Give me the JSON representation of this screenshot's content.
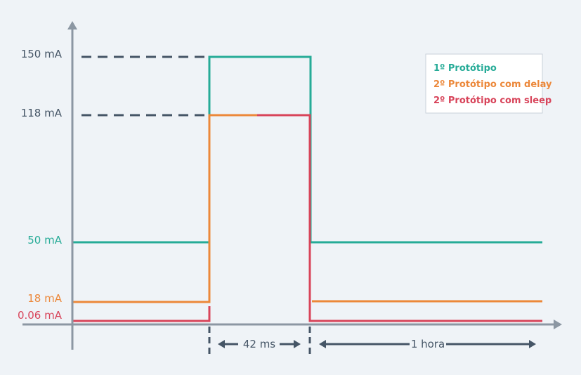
{
  "colors": {
    "proto1": "#26ab97",
    "proto2_delay": "#ec883a",
    "proto2_sleep": "#d8445a",
    "axis": "#8c97a3",
    "ref": "#455566",
    "background": "#eff3f7"
  },
  "y_labels": {
    "l150": "150 mA",
    "l118": "118 mA",
    "l50": "50 mA",
    "l18": "18 mA",
    "l006": "0.06 mA"
  },
  "legend": {
    "item1": "1º Protótipo",
    "item2": "2º Protótipo com delay",
    "item3": "2º Protótipo com sleep"
  },
  "dimensions": {
    "active": "42 ms",
    "idle": "1 hora"
  },
  "chart_data": {
    "type": "line",
    "y_unit": "mA",
    "y_ticks": [
      150,
      118,
      50,
      18,
      0.06
    ],
    "segments": [
      "idle",
      "active (42 ms)",
      "idle (1 hora)"
    ],
    "series": [
      {
        "name": "1º Protótipo",
        "values": [
          50,
          150,
          50
        ]
      },
      {
        "name": "2º Protótipo com delay",
        "values": [
          18,
          118,
          18
        ]
      },
      {
        "name": "2º Protótipo com sleep",
        "values": [
          0.06,
          118,
          0.06
        ]
      }
    ]
  }
}
